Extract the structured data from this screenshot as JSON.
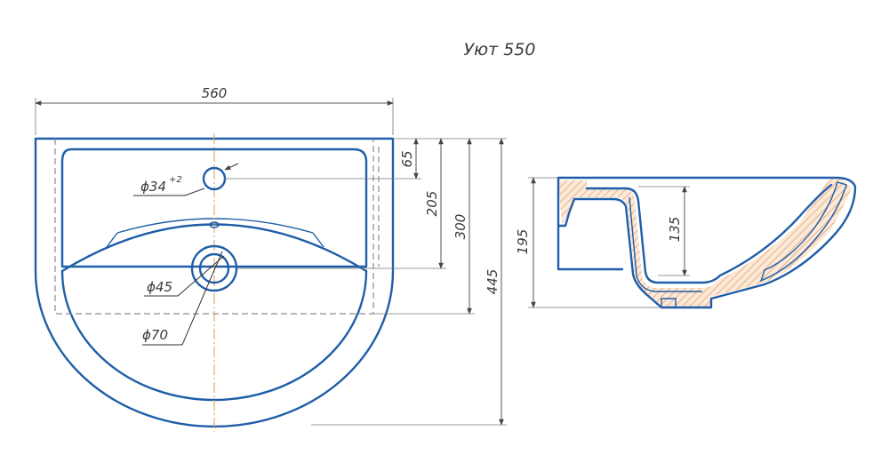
{
  "title": "Уют 550",
  "top_view": {
    "width_label": "560",
    "hole_small_label": "ϕ34",
    "hole_small_tolerance": "+2",
    "drain_inner_label": "ϕ45",
    "drain_outer_label": "ϕ70",
    "dim_65": "65",
    "dim_205": "205",
    "dim_300": "300",
    "dim_445": "445"
  },
  "side_view": {
    "dim_195": "195",
    "dim_135": "135"
  },
  "colors": {
    "outline": "#1f5ea8",
    "centerline": "#e3a15a",
    "hatch": "#e8a36a"
  }
}
